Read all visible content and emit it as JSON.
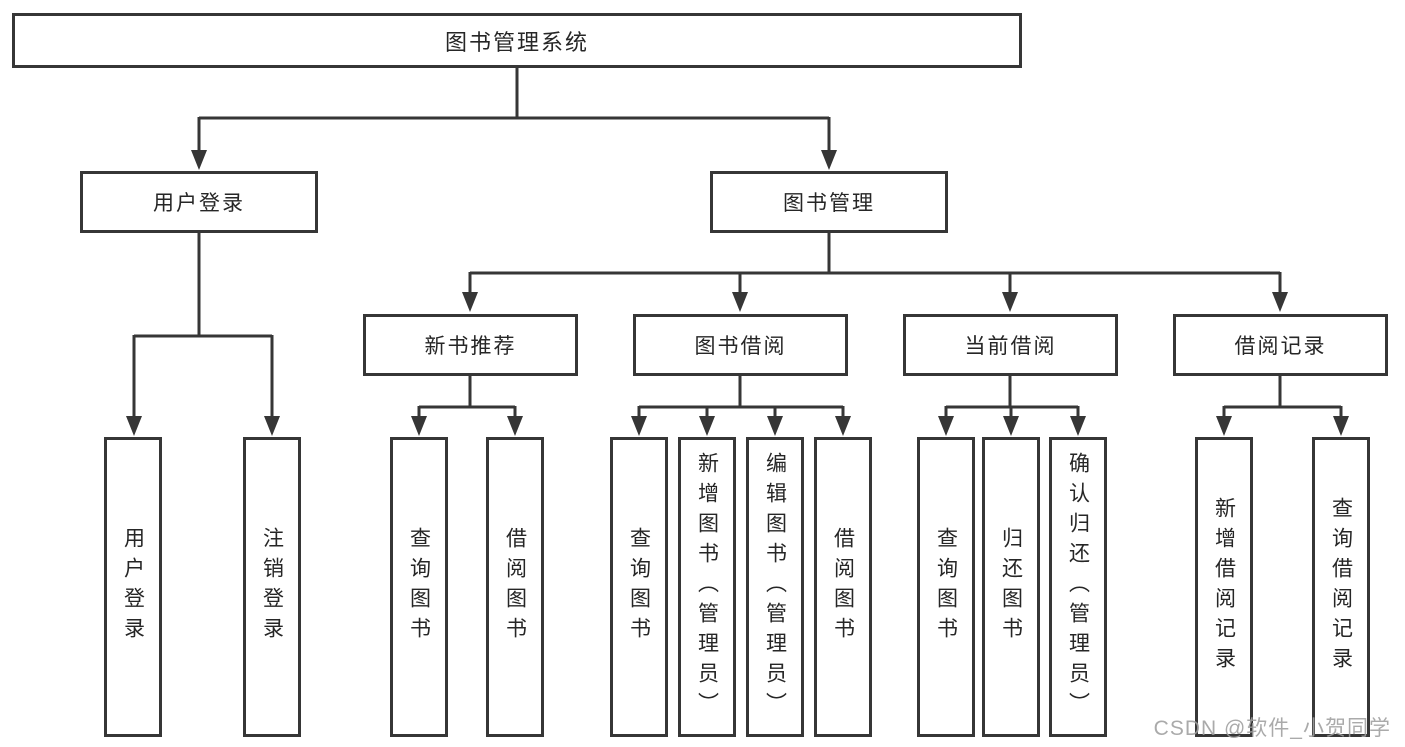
{
  "diagram_title": "图书管理系统",
  "tree": {
    "label": "图书管理系统",
    "children": [
      {
        "label": "用户登录",
        "children": [
          {
            "label": "用户登录"
          },
          {
            "label": "注销登录"
          }
        ]
      },
      {
        "label": "图书管理",
        "children": [
          {
            "label": "新书推荐",
            "children": [
              {
                "label": "查询图书"
              },
              {
                "label": "借阅图书"
              }
            ]
          },
          {
            "label": "图书借阅",
            "children": [
              {
                "label": "查询图书"
              },
              {
                "label": "新增图书（管理员）"
              },
              {
                "label": "编辑图书（管理员）"
              },
              {
                "label": "借阅图书"
              }
            ]
          },
          {
            "label": "当前借阅",
            "children": [
              {
                "label": "查询图书"
              },
              {
                "label": "归还图书"
              },
              {
                "label": "确认归还（管理员）"
              }
            ]
          },
          {
            "label": "借阅记录",
            "children": [
              {
                "label": "新增借阅记录"
              },
              {
                "label": "查询借阅记录"
              }
            ]
          }
        ]
      }
    ]
  },
  "watermark": {
    "text": "CSDN @软件_小贺同学"
  },
  "colors": {
    "line": "#363636",
    "box_border": "#363636",
    "text": "#262626",
    "background": "#ffffff",
    "watermark": "#9e9e9e"
  }
}
